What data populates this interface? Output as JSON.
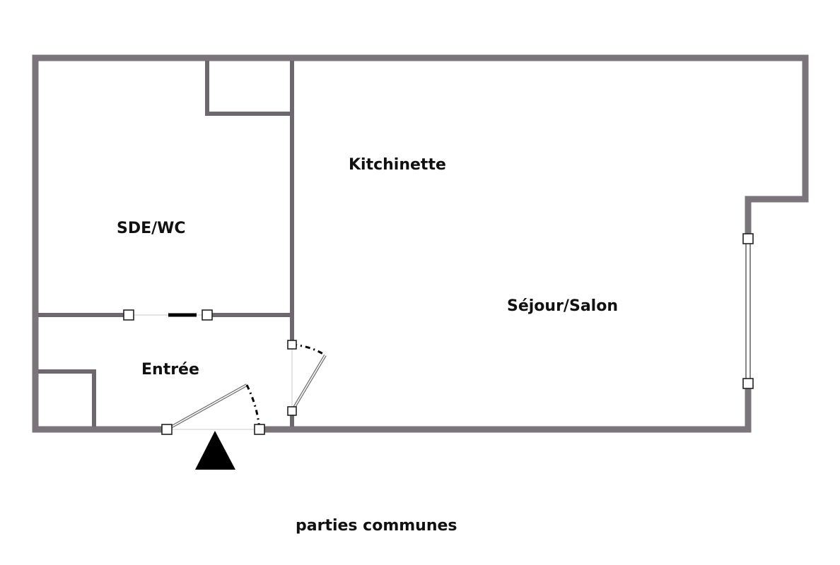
{
  "rooms": {
    "kitchinette": "Kitchinette",
    "sde_wc": "SDE/WC",
    "sejour_salon": "Séjour/Salon",
    "entree": "Entrée"
  },
  "outside": {
    "parties_communes": "parties communes"
  },
  "colors": {
    "wall": "#7b747a",
    "text": "#111111",
    "entrance_marker": "#000000"
  }
}
